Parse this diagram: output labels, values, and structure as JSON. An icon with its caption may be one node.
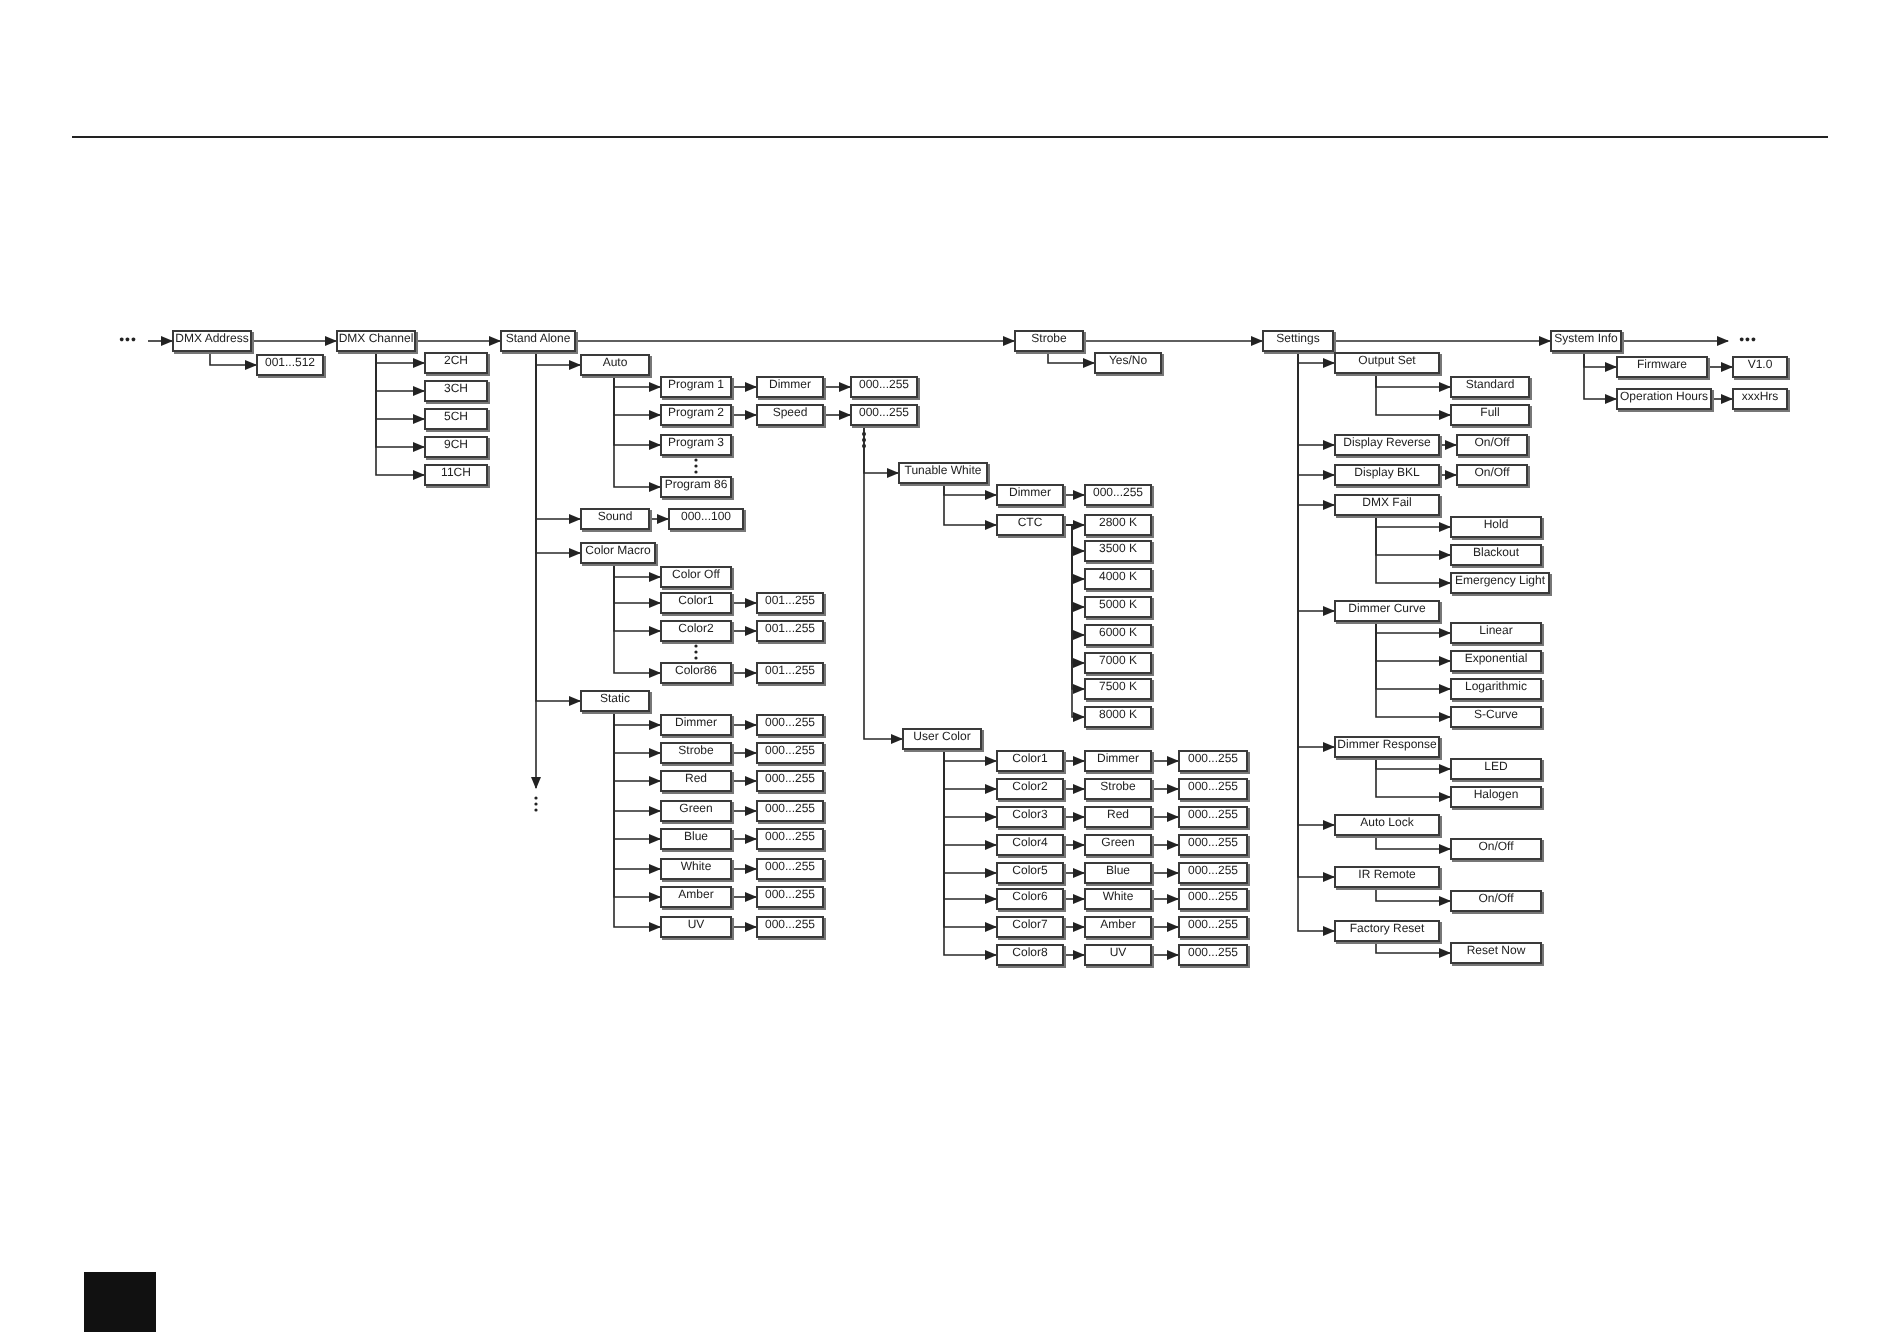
{
  "diagram": {
    "nodes": [
      {
        "text": [
          "DMX Address"
        ]
      },
      {
        "text": [
          "001...512"
        ]
      },
      {
        "text": [
          "DMX Channel"
        ]
      },
      {
        "text": [
          "2CH"
        ]
      },
      {
        "text": [
          "3CH"
        ]
      },
      {
        "text": [
          "5CH"
        ]
      },
      {
        "text": [
          "9CH"
        ]
      },
      {
        "text": [
          "11CH"
        ]
      },
      {
        "text": [
          "Stand Alone"
        ]
      },
      {
        "text": [
          "Auto"
        ]
      },
      {
        "text": [
          "Program 1"
        ]
      },
      {
        "text": [
          "Dimmer"
        ]
      },
      {
        "text": [
          "000...255"
        ]
      },
      {
        "text": [
          "Program 2"
        ]
      },
      {
        "text": [
          "Speed"
        ]
      },
      {
        "text": [
          "000...255"
        ]
      },
      {
        "text": [
          "Program 3"
        ]
      },
      {
        "text": [
          "Program 86"
        ]
      },
      {
        "text": [
          "Sound"
        ]
      },
      {
        "text": [
          "000...100"
        ]
      },
      {
        "text": [
          "Color Macro"
        ]
      },
      {
        "text": [
          "Color Off"
        ]
      },
      {
        "text": [
          "Color1"
        ]
      },
      {
        "text": [
          "001...255"
        ]
      },
      {
        "text": [
          "Color2"
        ]
      },
      {
        "text": [
          "001...255"
        ]
      },
      {
        "text": [
          "Color86"
        ]
      },
      {
        "text": [
          "001...255"
        ]
      },
      {
        "text": [
          "Static"
        ]
      },
      {
        "text": [
          "Dimmer"
        ]
      },
      {
        "text": [
          "000...255"
        ]
      },
      {
        "text": [
          "Strobe"
        ]
      },
      {
        "text": [
          "000...255"
        ]
      },
      {
        "text": [
          "Red"
        ]
      },
      {
        "text": [
          "000...255"
        ]
      },
      {
        "text": [
          "Green"
        ]
      },
      {
        "text": [
          "000...255"
        ]
      },
      {
        "text": [
          "Blue"
        ]
      },
      {
        "text": [
          "000...255"
        ]
      },
      {
        "text": [
          "White"
        ]
      },
      {
        "text": [
          "000...255"
        ]
      },
      {
        "text": [
          "Amber"
        ]
      },
      {
        "text": [
          "000...255"
        ]
      },
      {
        "text": [
          "UV"
        ]
      },
      {
        "text": [
          "000...255"
        ]
      },
      {
        "text": [
          "Strobe"
        ]
      },
      {
        "text": [
          "Yes/No"
        ]
      },
      {
        "text": [
          "Tunable White"
        ]
      },
      {
        "text": [
          "Dimmer"
        ]
      },
      {
        "text": [
          "000...255"
        ]
      },
      {
        "text": [
          "CTC"
        ]
      },
      {
        "text": [
          "2800 K"
        ]
      },
      {
        "text": [
          "3500 K"
        ]
      },
      {
        "text": [
          "4000 K"
        ]
      },
      {
        "text": [
          "5000 K"
        ]
      },
      {
        "text": [
          "6000 K"
        ]
      },
      {
        "text": [
          "7000 K"
        ]
      },
      {
        "text": [
          "7500 K"
        ]
      },
      {
        "text": [
          "8000 K"
        ]
      },
      {
        "text": [
          "User Color"
        ]
      },
      {
        "text": [
          "Color1"
        ]
      },
      {
        "text": [
          "Dimmer"
        ]
      },
      {
        "text": [
          "000...255"
        ]
      },
      {
        "text": [
          "Color2"
        ]
      },
      {
        "text": [
          "Strobe"
        ]
      },
      {
        "text": [
          "000...255"
        ]
      },
      {
        "text": [
          "Color3"
        ]
      },
      {
        "text": [
          "Red"
        ]
      },
      {
        "text": [
          "000...255"
        ]
      },
      {
        "text": [
          "Color4"
        ]
      },
      {
        "text": [
          "Green"
        ]
      },
      {
        "text": [
          "000...255"
        ]
      },
      {
        "text": [
          "Color5"
        ]
      },
      {
        "text": [
          "Blue"
        ]
      },
      {
        "text": [
          "000...255"
        ]
      },
      {
        "text": [
          "Color6"
        ]
      },
      {
        "text": [
          "White"
        ]
      },
      {
        "text": [
          "000...255"
        ]
      },
      {
        "text": [
          "Color7"
        ]
      },
      {
        "text": [
          "Amber"
        ]
      },
      {
        "text": [
          "000...255"
        ]
      },
      {
        "text": [
          "Color8"
        ]
      },
      {
        "text": [
          "UV"
        ]
      },
      {
        "text": [
          "000...255"
        ]
      },
      {
        "text": [
          "Settings"
        ]
      },
      {
        "text": [
          "Output Set"
        ]
      },
      {
        "text": [
          "Standard"
        ]
      },
      {
        "text": [
          "Full"
        ]
      },
      {
        "text": [
          "Display Reverse"
        ]
      },
      {
        "text": [
          "On/Off"
        ]
      },
      {
        "text": [
          "Display BKL"
        ]
      },
      {
        "text": [
          "On/Off"
        ]
      },
      {
        "text": [
          "DMX Fail"
        ]
      },
      {
        "text": [
          "Hold"
        ]
      },
      {
        "text": [
          "Blackout"
        ]
      },
      {
        "text": [
          "Emergency Light"
        ]
      },
      {
        "text": [
          "Dimmer Curve"
        ]
      },
      {
        "text": [
          "Linear"
        ]
      },
      {
        "text": [
          "Exponential"
        ]
      },
      {
        "text": [
          "Logarithmic"
        ]
      },
      {
        "text": [
          "S-Curve"
        ]
      },
      {
        "text": [
          "Dimmer Response"
        ]
      },
      {
        "text": [
          "LED"
        ]
      },
      {
        "text": [
          "Halogen"
        ]
      },
      {
        "text": [
          "Auto Lock"
        ]
      },
      {
        "text": [
          "On/Off"
        ]
      },
      {
        "text": [
          "IR Remote"
        ]
      },
      {
        "text": [
          "On/Off"
        ]
      },
      {
        "text": [
          "Factory Reset"
        ]
      },
      {
        "text": [
          "Reset Now"
        ]
      },
      {
        "text": [
          "System Info"
        ]
      },
      {
        "text": [
          "Firmware"
        ]
      },
      {
        "text": [
          "V1.0"
        ]
      },
      {
        "text": [
          "Operation Hours"
        ]
      },
      {
        "text": [
          "xxxHrs"
        ]
      },
      {
        "text": [
          "•••"
        ]
      },
      {
        "text": [
          "•••"
        ]
      }
    ],
    "edges": [
      {
        "from": 115,
        "to": 0,
        "arrow": "to"
      },
      {
        "from": 0,
        "to": 1,
        "arrow": "to"
      },
      {
        "from": 0,
        "to": 2,
        "arrow": "to"
      },
      {
        "from": 2,
        "to": 3,
        "arrow": "to"
      },
      {
        "from": 2,
        "to": 4,
        "arrow": "to"
      },
      {
        "from": 2,
        "to": 5,
        "arrow": "to"
      },
      {
        "from": 2,
        "to": 6,
        "arrow": "to"
      },
      {
        "from": 2,
        "to": 7,
        "arrow": "to"
      },
      {
        "from": 2,
        "to": 8,
        "arrow": "to"
      },
      {
        "from": 8,
        "to": 9,
        "arrow": "to"
      },
      {
        "from": 9,
        "to": 10,
        "arrow": "to"
      },
      {
        "from": 10,
        "to": 11,
        "arrow": "to"
      },
      {
        "from": 11,
        "to": 12,
        "arrow": "to"
      },
      {
        "from": 9,
        "to": 13,
        "arrow": "to"
      },
      {
        "from": 13,
        "to": 14,
        "arrow": "to"
      },
      {
        "from": 14,
        "to": 15,
        "arrow": "to"
      },
      {
        "from": 9,
        "to": 16,
        "arrow": "to"
      },
      {
        "from": 9,
        "to": 17,
        "arrow": "to"
      },
      {
        "from": 8,
        "to": 18,
        "arrow": "to"
      },
      {
        "from": 18,
        "to": 19,
        "arrow": "to"
      },
      {
        "from": 8,
        "to": 20,
        "arrow": "to"
      },
      {
        "from": 20,
        "to": 21,
        "arrow": "to"
      },
      {
        "from": 20,
        "to": 22,
        "arrow": "to"
      },
      {
        "from": 22,
        "to": 23,
        "arrow": "to"
      },
      {
        "from": 20,
        "to": 24,
        "arrow": "to"
      },
      {
        "from": 24,
        "to": 25,
        "arrow": "to"
      },
      {
        "from": 20,
        "to": 26,
        "arrow": "to"
      },
      {
        "from": 26,
        "to": 27,
        "arrow": "to"
      },
      {
        "from": 8,
        "to": 28,
        "arrow": "to"
      },
      {
        "from": 28,
        "to": 29,
        "arrow": "to"
      },
      {
        "from": 29,
        "to": 30,
        "arrow": "to"
      },
      {
        "from": 28,
        "to": 31,
        "arrow": "to"
      },
      {
        "from": 31,
        "to": 32,
        "arrow": "to"
      },
      {
        "from": 28,
        "to": 33,
        "arrow": "to"
      },
      {
        "from": 33,
        "to": 34,
        "arrow": "to"
      },
      {
        "from": 28,
        "to": 35,
        "arrow": "to"
      },
      {
        "from": 35,
        "to": 36,
        "arrow": "to"
      },
      {
        "from": 28,
        "to": 37,
        "arrow": "to"
      },
      {
        "from": 37,
        "to": 38,
        "arrow": "to"
      },
      {
        "from": 28,
        "to": 39,
        "arrow": "to"
      },
      {
        "from": 39,
        "to": 40,
        "arrow": "to"
      },
      {
        "from": 28,
        "to": 41,
        "arrow": "to"
      },
      {
        "from": 41,
        "to": 42,
        "arrow": "to"
      },
      {
        "from": 28,
        "to": 43,
        "arrow": "to"
      },
      {
        "from": 43,
        "to": 44,
        "arrow": "to"
      },
      {
        "from": 8,
        "to": null,
        "arrow": "to"
      },
      {
        "from": 8,
        "to": 45,
        "arrow": "to"
      },
      {
        "from": 45,
        "to": 46,
        "arrow": "to"
      },
      {
        "from": 15,
        "to": 47,
        "arrow": "to"
      },
      {
        "from": 47,
        "to": 48,
        "arrow": "to"
      },
      {
        "from": 48,
        "to": 49,
        "arrow": "to"
      },
      {
        "from": 47,
        "to": 50,
        "arrow": "to"
      },
      {
        "from": 50,
        "to": 51,
        "arrow": "to"
      },
      {
        "from": 50,
        "to": 52,
        "arrow": "to"
      },
      {
        "from": 50,
        "to": 53,
        "arrow": "to"
      },
      {
        "from": 50,
        "to": 54,
        "arrow": "to"
      },
      {
        "from": 50,
        "to": 55,
        "arrow": "to"
      },
      {
        "from": 50,
        "to": 56,
        "arrow": "to"
      },
      {
        "from": 50,
        "to": 57,
        "arrow": "to"
      },
      {
        "from": 50,
        "to": 58,
        "arrow": "to"
      },
      {
        "from": 15,
        "to": 59,
        "arrow": "to"
      },
      {
        "from": 59,
        "to": 60,
        "arrow": "to"
      },
      {
        "from": 60,
        "to": 61,
        "arrow": "to"
      },
      {
        "from": 61,
        "to": 62,
        "arrow": "to"
      },
      {
        "from": 59,
        "to": 63,
        "arrow": "to"
      },
      {
        "from": 63,
        "to": 64,
        "arrow": "to"
      },
      {
        "from": 64,
        "to": 65,
        "arrow": "to"
      },
      {
        "from": 59,
        "to": 66,
        "arrow": "to"
      },
      {
        "from": 66,
        "to": 67,
        "arrow": "to"
      },
      {
        "from": 67,
        "to": 68,
        "arrow": "to"
      },
      {
        "from": 59,
        "to": 69,
        "arrow": "to"
      },
      {
        "from": 69,
        "to": 70,
        "arrow": "to"
      },
      {
        "from": 70,
        "to": 71,
        "arrow": "to"
      },
      {
        "from": 59,
        "to": 72,
        "arrow": "to"
      },
      {
        "from": 72,
        "to": 73,
        "arrow": "to"
      },
      {
        "from": 73,
        "to": 74,
        "arrow": "to"
      },
      {
        "from": 59,
        "to": 75,
        "arrow": "to"
      },
      {
        "from": 75,
        "to": 76,
        "arrow": "to"
      },
      {
        "from": 76,
        "to": 77,
        "arrow": "to"
      },
      {
        "from": 59,
        "to": 78,
        "arrow": "to"
      },
      {
        "from": 78,
        "to": 79,
        "arrow": "to"
      },
      {
        "from": 79,
        "to": 80,
        "arrow": "to"
      },
      {
        "from": 59,
        "to": 81,
        "arrow": "to"
      },
      {
        "from": 81,
        "to": 82,
        "arrow": "to"
      },
      {
        "from": 82,
        "to": 83,
        "arrow": "to"
      },
      {
        "from": 45,
        "to": 84,
        "arrow": "to"
      },
      {
        "from": 84,
        "to": 85,
        "arrow": "to"
      },
      {
        "from": 85,
        "to": 86,
        "arrow": "to"
      },
      {
        "from": 85,
        "to": 87,
        "arrow": "to"
      },
      {
        "from": 84,
        "to": 88,
        "arrow": "to"
      },
      {
        "from": 88,
        "to": 89,
        "arrow": "to"
      },
      {
        "from": 84,
        "to": 90,
        "arrow": "to"
      },
      {
        "from": 90,
        "to": 91,
        "arrow": "to"
      },
      {
        "from": 84,
        "to": 92,
        "arrow": "to"
      },
      {
        "from": 92,
        "to": 93,
        "arrow": "to"
      },
      {
        "from": 92,
        "to": 94,
        "arrow": "to"
      },
      {
        "from": 92,
        "to": 95,
        "arrow": "to"
      },
      {
        "from": 84,
        "to": 96,
        "arrow": "to"
      },
      {
        "from": 96,
        "to": 97,
        "arrow": "to"
      },
      {
        "from": 96,
        "to": 98,
        "arrow": "to"
      },
      {
        "from": 96,
        "to": 99,
        "arrow": "to"
      },
      {
        "from": 96,
        "to": 100,
        "arrow": "to"
      },
      {
        "from": 84,
        "to": 101,
        "arrow": "to"
      },
      {
        "from": 101,
        "to": 102,
        "arrow": "to"
      },
      {
        "from": 101,
        "to": 103,
        "arrow": "to"
      },
      {
        "from": 84,
        "to": 104,
        "arrow": "to"
      },
      {
        "from": 104,
        "to": 105,
        "arrow": "to"
      },
      {
        "from": 84,
        "to": 106,
        "arrow": "to"
      },
      {
        "from": 106,
        "to": 107,
        "arrow": "to"
      },
      {
        "from": 84,
        "to": 108,
        "arrow": "to"
      },
      {
        "from": 108,
        "to": 109,
        "arrow": "to"
      },
      {
        "from": 84,
        "to": 110,
        "arrow": "to"
      },
      {
        "from": 110,
        "to": 111,
        "arrow": "to"
      },
      {
        "from": 111,
        "to": 112,
        "arrow": "to"
      },
      {
        "from": 110,
        "to": 113,
        "arrow": "to"
      },
      {
        "from": 113,
        "to": 114,
        "arrow": "to"
      },
      {
        "from": 110,
        "to": 116,
        "arrow": "to"
      }
    ]
  }
}
